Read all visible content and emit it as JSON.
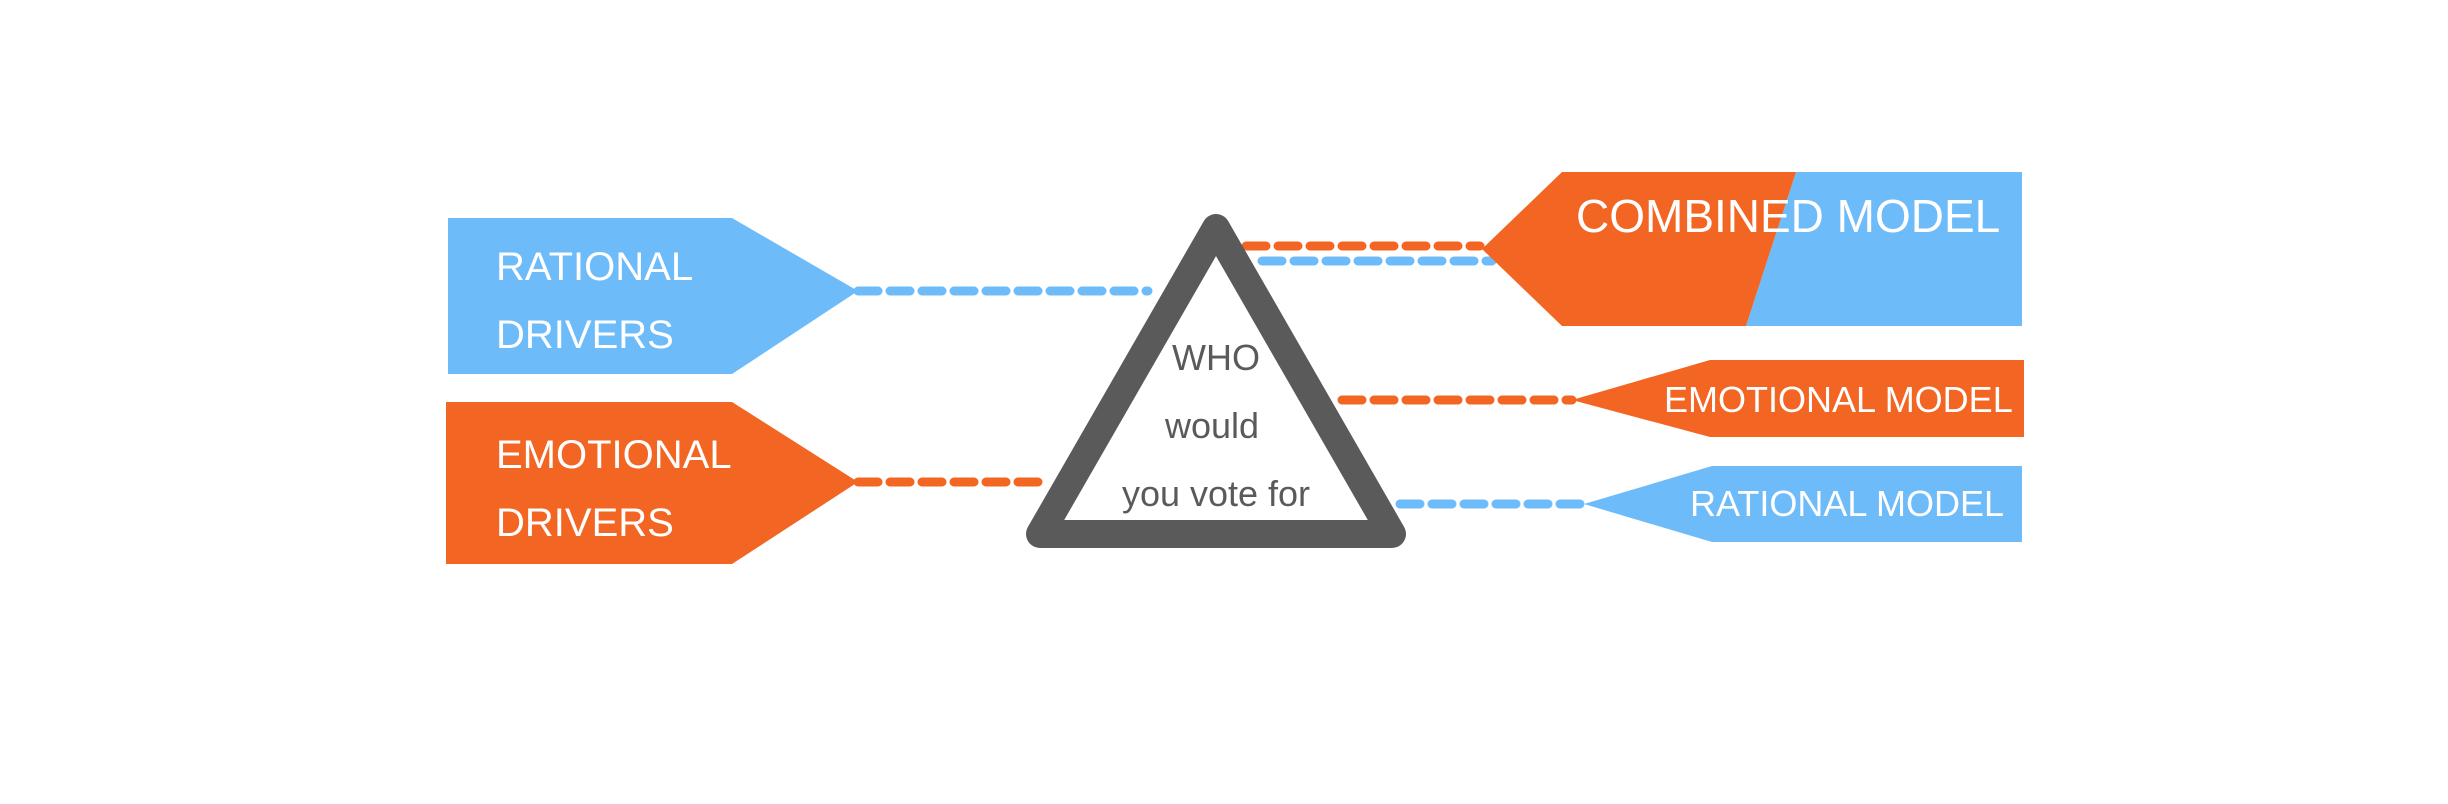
{
  "colors": {
    "rational": "#6ebbfa",
    "emotional": "#f26522",
    "triangle_stroke": "#5a5a5a",
    "triangle_fill": "#ffffff",
    "center_text": "#5a5a5a",
    "label_text": "#ffffff"
  },
  "inputs": {
    "rational": {
      "line1": "RATIONAL",
      "line2": "DRIVERS"
    },
    "emotional": {
      "line1": "EMOTIONAL",
      "line2": "DRIVERS"
    }
  },
  "center": {
    "line1": "WHO",
    "line2": "would",
    "line3": "you vote for"
  },
  "outputs": {
    "combined": "COMBINED MODEL",
    "emotional": "EMOTIONAL MODEL",
    "rational": "RATIONAL MODEL"
  }
}
